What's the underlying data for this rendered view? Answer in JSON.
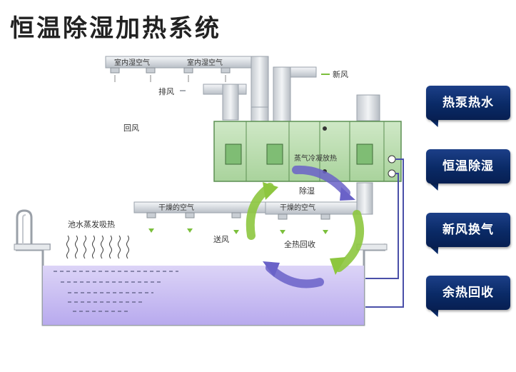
{
  "title": "恒温除湿加热系统",
  "labels": {
    "indoor_humid_air_1": "室内湿空气",
    "indoor_humid_air_2": "室内湿空气",
    "fresh_air": "新风",
    "exhaust": "排风",
    "return_air": "回风",
    "condensation_heat": "蒸气冷凝放热",
    "dehumidify": "除湿",
    "dry_air_1": "干燥的空气",
    "dry_air_2": "干燥的空气",
    "supply_air": "送风",
    "heat_recovery": "全热回收",
    "pool_evaporation": "池水蒸发吸热"
  },
  "badges": [
    {
      "label": "热泵热水"
    },
    {
      "label": "恒温除湿"
    },
    {
      "label": "新风换气"
    },
    {
      "label": "余热回收"
    }
  ],
  "colors": {
    "unit_green": "#b9ddb0",
    "duct_gray": "#d9dde2",
    "arrow_green": "#8dc63f",
    "arrow_purple": "#6a62c8",
    "water": "#c9bff0",
    "badge_navy": "#0a2a66"
  }
}
